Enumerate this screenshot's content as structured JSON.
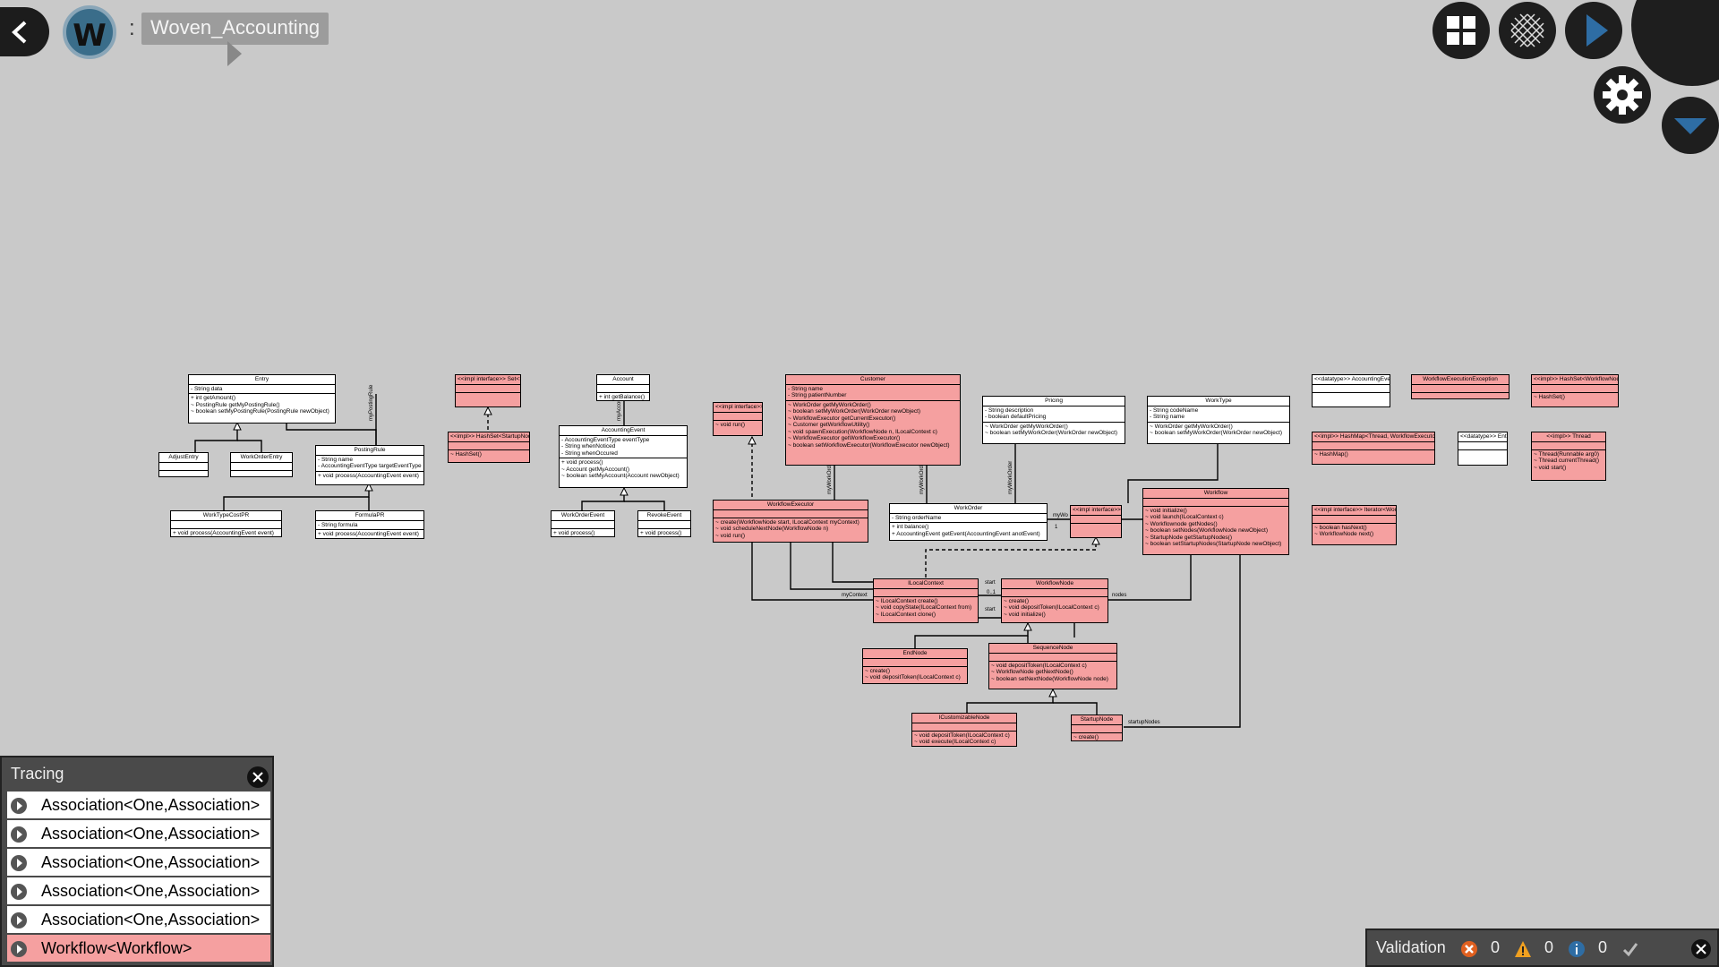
{
  "header": {
    "avatar_letter": "W",
    "separator": ":",
    "project_name": "Woven_Accounting"
  },
  "icons": {
    "back": "chevron-left-icon",
    "grid": "grid-icon",
    "pattern": "pattern-icon",
    "play": "play-icon",
    "settings": "gear-icon",
    "dropdown": "chevron-down-icon"
  },
  "colors": {
    "canvas": "#c9c9c9",
    "class_highlight": "#f5a0a0",
    "accent_blue": "#2e6da4"
  },
  "diagram": {
    "classes": [
      {
        "id": "entry",
        "name": "Entry",
        "pink": false,
        "attrs": [
          "- String data"
        ],
        "ops": [
          "+ int getAmount()",
          "~ PostingRule getMyPostingRule()",
          "~ boolean setMyPostingRule(PostingRule newObject)"
        ]
      },
      {
        "id": "adjustentry",
        "name": "AdjustEntry",
        "pink": false,
        "attrs": [],
        "ops": []
      },
      {
        "id": "workorderentry",
        "name": "WorkOrderEntry",
        "pink": false,
        "attrs": [],
        "ops": []
      },
      {
        "id": "postingrule",
        "name": "PostingRule",
        "pink": false,
        "attrs": [
          "- String name",
          "- AccountingEventType targetEventType"
        ],
        "ops": [
          "+ void process(AccountingEvent event)"
        ]
      },
      {
        "id": "worktypecostpr",
        "name": "WorkTypeCostPR",
        "pink": false,
        "attrs": [],
        "ops": [
          "+ void process(AccountingEvent event)"
        ]
      },
      {
        "id": "formulapr",
        "name": "FormulaPR",
        "pink": false,
        "attrs": [
          "- String formula"
        ],
        "ops": [
          "+ void process(AccountingEvent event)"
        ]
      },
      {
        "id": "setstartup",
        "name": "<<impl interface>> Set<StartupNode>",
        "pink": true,
        "attrs": [],
        "ops": []
      },
      {
        "id": "hashsetstartup",
        "name": "<<impl>> HashSet<StartupNode>",
        "pink": true,
        "attrs": [],
        "ops": [
          "~ HashSet()"
        ]
      },
      {
        "id": "account",
        "name": "Account",
        "pink": false,
        "attrs": [],
        "ops": [
          "+ int getBalance()"
        ]
      },
      {
        "id": "accountingevent",
        "name": "AccountingEvent",
        "pink": false,
        "attrs": [
          "- AccountingEventType eventType",
          "- String whenNoticed",
          "- String whenOccured"
        ],
        "ops": [
          "+ void process()",
          "~ Account getMyAccount()",
          "~ boolean setMyAccount(Account newObject)"
        ]
      },
      {
        "id": "workorderevent",
        "name": "WorkOrderEvent",
        "pink": false,
        "attrs": [],
        "ops": [
          "+ void process()"
        ]
      },
      {
        "id": "revokeevent",
        "name": "RevokeEvent",
        "pink": false,
        "attrs": [],
        "ops": [
          "+ void process()"
        ]
      },
      {
        "id": "runnable",
        "name": "<<impl interface>> Runnable",
        "pink": true,
        "attrs": [],
        "ops": [
          "~ void run()"
        ]
      },
      {
        "id": "customer",
        "name": "Customer",
        "pink": true,
        "attrs": [
          "- String name",
          "- String patientNumber"
        ],
        "ops": [
          "~ WorkOrder getMyWorkOrder()",
          "~ boolean setMyWorkOrder(WorkOrder newObject)",
          "~ WorkflowExecutor getCurrentExecutor()",
          "~ Customer getWorkflowUtility()",
          "~ void spawnExecution(WorkflowNode n, ILocalContext c)",
          "~ WorkflowExecutor getWorkflowExecutor()",
          "~ boolean setWorkflowExecutor(WorkflowExecutor newObject)"
        ]
      },
      {
        "id": "pricing",
        "name": "Pricing",
        "pink": false,
        "attrs": [
          "- String description",
          "- boolean defaultPricing"
        ],
        "ops": [
          "~ WorkOrder getMyWorkOrder()",
          "~ boolean setMyWorkOrder(WorkOrder newObject)"
        ]
      },
      {
        "id": "worktype",
        "name": "WorkType",
        "pink": false,
        "attrs": [
          "- String codeName",
          "- String name"
        ],
        "ops": [
          "~ WorkOrder getMyWorkOrder()",
          "~ boolean setMyWorkOrder(WorkOrder newObject)"
        ]
      },
      {
        "id": "accountingeventtype",
        "name": "<<datatype>> AccountingEventType",
        "pink": false,
        "attrs": [],
        "ops": []
      },
      {
        "id": "wfexecexception",
        "name": "WorkflowExecutionException",
        "pink": true,
        "attrs": [],
        "ops": []
      },
      {
        "id": "hashsetwf",
        "name": "<<impl>> HashSet<WorkflowNode>",
        "pink": true,
        "attrs": [],
        "ops": [
          "~ HashSet()"
        ]
      },
      {
        "id": "hashmap",
        "name": "<<impl>> HashMap<Thread, WorkflowExecutor>",
        "pink": true,
        "attrs": [],
        "ops": [
          "~ HashMap()"
        ]
      },
      {
        "id": "entrytype",
        "name": "<<datatype>> EntryType",
        "pink": false,
        "attrs": [],
        "ops": []
      },
      {
        "id": "thread",
        "name": "<<impl>> Thread",
        "pink": true,
        "attrs": [],
        "ops": [
          "~ Thread(Runnable arg0)",
          "~ Thread currentThread()",
          "~ void start()"
        ]
      },
      {
        "id": "iterator",
        "name": "<<impl interface>> Iterator<WorkflowNode>",
        "pink": true,
        "attrs": [],
        "ops": [
          "~ boolean hasNext()",
          "~ WorkflowNode next()"
        ]
      },
      {
        "id": "workflowexecutor",
        "name": "WorkflowExecutor",
        "pink": true,
        "attrs": [],
        "ops": [
          "~ create(WorkflowNode start, ILocalContext myContext)",
          "~ void scheduleNextNode(WorkflowNode n)",
          "~ void run()"
        ]
      },
      {
        "id": "workorder",
        "name": "WorkOrder",
        "pink": false,
        "attrs": [
          "- String orderName"
        ],
        "ops": [
          "+ int balance()",
          "+ AccountingEvent getEvent(AccountingEvent anotEvent)"
        ]
      },
      {
        "id": "cloneable",
        "name": "<<impl interface>> Cloneable",
        "pink": true,
        "attrs": [],
        "ops": []
      },
      {
        "id": "workflow",
        "name": "Workflow",
        "pink": true,
        "attrs": [],
        "ops": [
          "~ void initialize()",
          "~ void launch(ILocalContext c)",
          "~ Workflownode getNodes()",
          "~ boolean setNodes(WorkflowNode newObject)",
          "~ StartupNode getStartupNodes()",
          "~ boolean setStartupNodes(StartupNode newObject)"
        ]
      },
      {
        "id": "ilocalcontext",
        "name": "ILocalContext",
        "pink": true,
        "attrs": [],
        "ops": [
          "~ ILocalContext create()",
          "~ void copyState(ILocalContext from)",
          "~ ILocalContext clone()"
        ]
      },
      {
        "id": "workflownode",
        "name": "WorkflowNode",
        "pink": true,
        "attrs": [],
        "ops": [
          "~ create()",
          "~ void depositToken(ILocalContext c)",
          "~ void initialize()"
        ]
      },
      {
        "id": "endnode",
        "name": "EndNode",
        "pink": true,
        "attrs": [],
        "ops": [
          "~ create()",
          "~ void depositToken(ILocalContext c)"
        ]
      },
      {
        "id": "sequencenode",
        "name": "SequenceNode",
        "pink": true,
        "attrs": [],
        "ops": [
          "~ void depositToken(ILocalContext c)",
          "~ WorkflowNode getNextNode()",
          "~ boolean setNextNode(WorkflowNode node)"
        ]
      },
      {
        "id": "icustomizablenode",
        "name": "ICustomizableNode",
        "pink": true,
        "attrs": [],
        "ops": [
          "~ void depositToken(ILocalContext c)",
          "~ void execute(ILocalContext c)"
        ]
      },
      {
        "id": "startupnode",
        "name": "StartupNode",
        "pink": true,
        "attrs": [],
        "ops": [
          "~ create()"
        ]
      }
    ],
    "labels": [
      {
        "id": "l1",
        "text": "myPostingRule"
      },
      {
        "id": "l2",
        "text": "myAccount"
      },
      {
        "id": "l3",
        "text": "myWorkOrder"
      },
      {
        "id": "l4",
        "text": "myWorkOrder"
      },
      {
        "id": "l5",
        "text": "myWorkOrder"
      },
      {
        "id": "l6",
        "text": "myContext"
      },
      {
        "id": "l7",
        "text": "start"
      },
      {
        "id": "l8",
        "text": "start"
      },
      {
        "id": "l9",
        "text": "0..1"
      },
      {
        "id": "l10",
        "text": "nodes"
      },
      {
        "id": "l11",
        "text": "startupNodes"
      },
      {
        "id": "l12",
        "text": "myWo"
      },
      {
        "id": "l13",
        "text": "1"
      }
    ]
  },
  "tracing": {
    "title": "Tracing",
    "items": [
      "Association<One,Association>",
      "Association<One,Association>",
      "Association<One,Association>",
      "Association<One,Association>",
      "Association<One,Association>",
      "Workflow<Workflow>"
    ]
  },
  "validation": {
    "title": "Validation",
    "errors": "0",
    "warnings": "0",
    "infos": "0"
  }
}
